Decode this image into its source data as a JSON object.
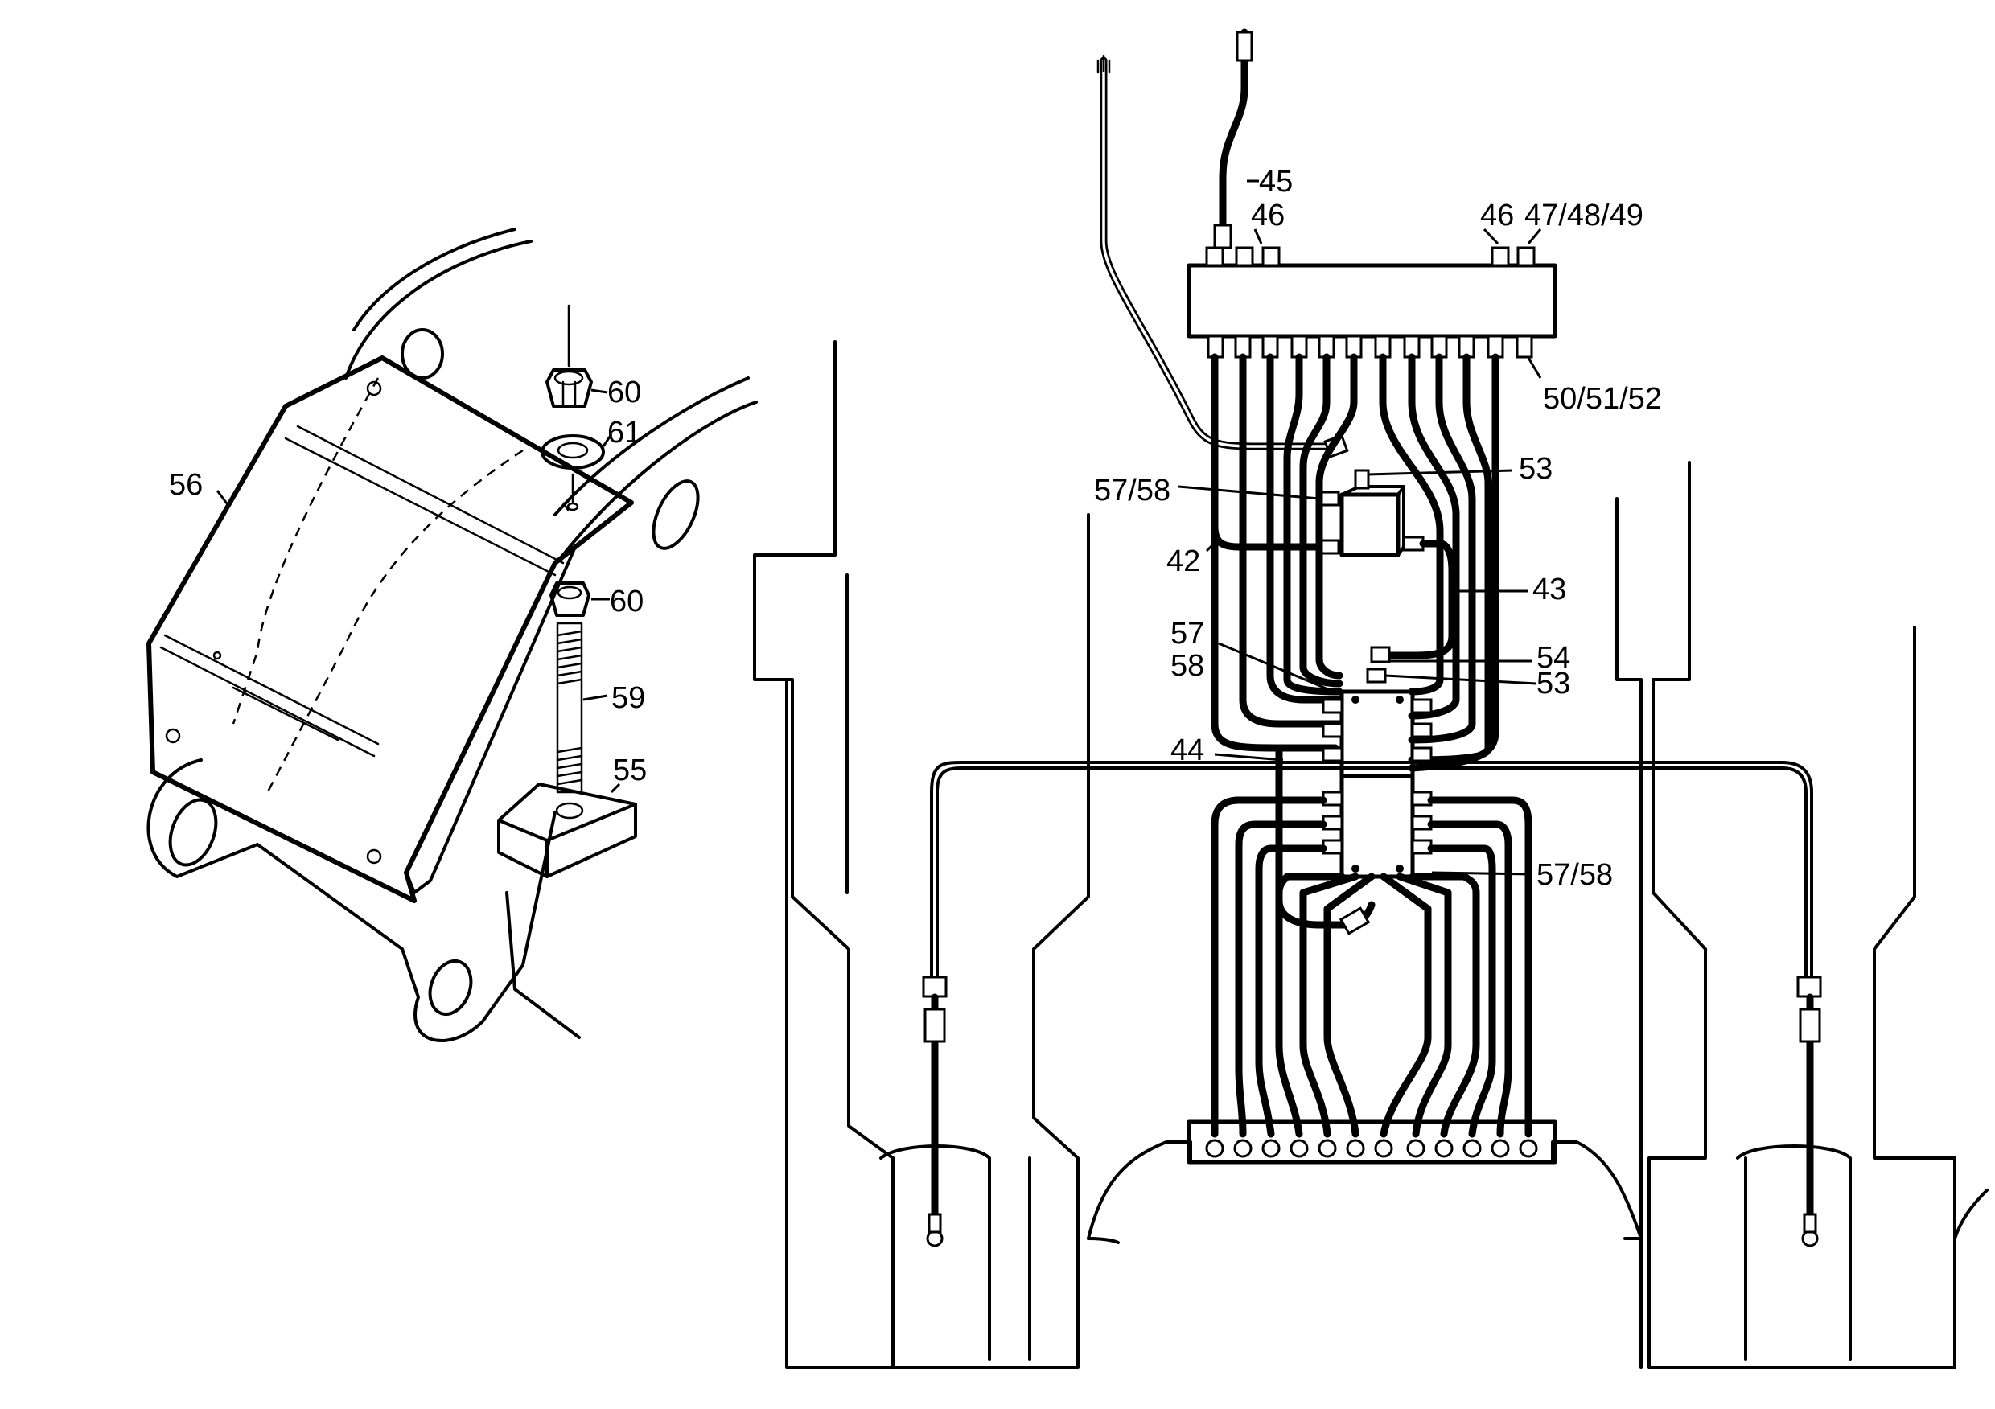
{
  "callouts": {
    "c56": "56",
    "c60a": "60",
    "c61": "61",
    "c60b": "60",
    "c59": "59",
    "c55": "55",
    "c45": "45",
    "c46a": "46",
    "c46b": "46",
    "c47_49": "47/48/49",
    "c50_52": "50/51/52",
    "c53a": "53",
    "c57_58a": "57/58",
    "c42": "42",
    "c43": "43",
    "c57": "57",
    "c58": "58",
    "c54": "54",
    "c53b": "53",
    "c44": "44",
    "c57_58b": "57/58"
  }
}
